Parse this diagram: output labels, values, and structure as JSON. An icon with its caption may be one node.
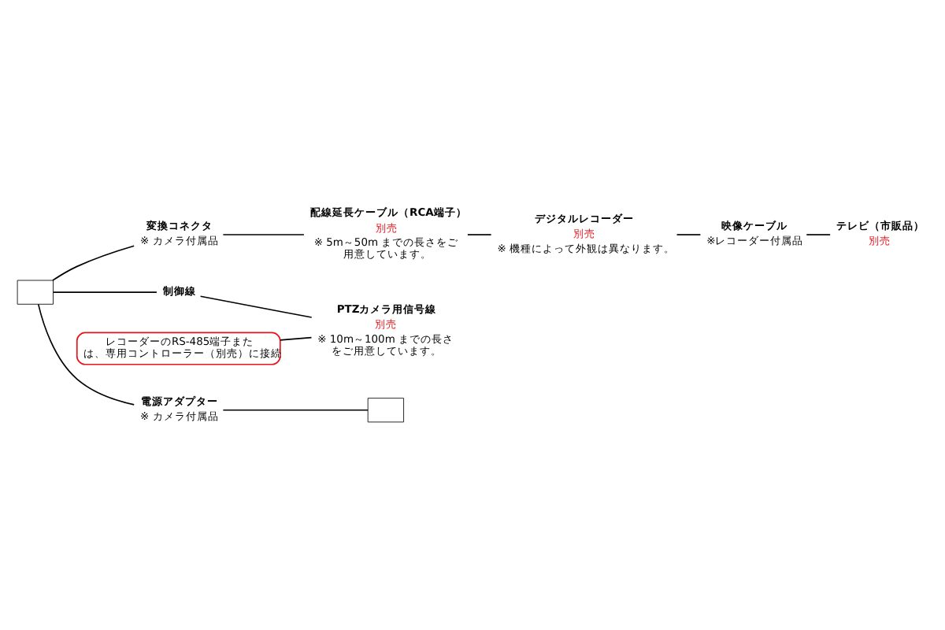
{
  "diagram": {
    "nodes": [
      {
        "text": [],
        "shape": "box"
      },
      {
        "text": [
          "変換コネクタ",
          "※ カメラ付属品"
        ]
      },
      {
        "text": [
          "配線延長ケーブル（RCA端子）",
          "別売",
          "※ 5m～50m までの長さをご用意しています。"
        ]
      },
      {
        "text": [
          "制御線"
        ]
      },
      {
        "text": [
          "PTZカメラ用信号線",
          "別売",
          "※ 10m～100m までの長さをご用意しています。"
        ]
      },
      {
        "text": [
          "電源アダプター",
          "※ カメラ付属品"
        ]
      },
      {
        "text": [],
        "shape": "box"
      },
      {
        "text": [
          "テレビ（市販品）",
          "別売"
        ]
      },
      {
        "text": [
          "映像ケーブル",
          "※レコーダー付属品"
        ]
      },
      {
        "text": [
          "デジタルレコーダー",
          "別売",
          "※ 機種によって外観は異なります。"
        ]
      },
      {
        "text": [
          "レコーダーのRS-485端子または、専用コントローラー（別売）に接続"
        ]
      }
    ],
    "edges": [
      {
        "from": 0,
        "to": 1,
        "arrow": "none"
      },
      {
        "from": 1,
        "to": 2,
        "arrow": "none"
      },
      {
        "from": 2,
        "to": 9,
        "arrow": "none"
      },
      {
        "from": 0,
        "to": 5,
        "arrow": "none"
      },
      {
        "from": 5,
        "to": 6,
        "arrow": "none"
      },
      {
        "from": 0,
        "to": 3,
        "arrow": "none"
      },
      {
        "from": 3,
        "to": 4,
        "arrow": "none"
      },
      {
        "from": 10,
        "to": 4,
        "arrow": "none"
      },
      {
        "from": 9,
        "to": 8,
        "arrow": "none"
      },
      {
        "from": 8,
        "to": 7,
        "arrow": "none"
      }
    ]
  }
}
